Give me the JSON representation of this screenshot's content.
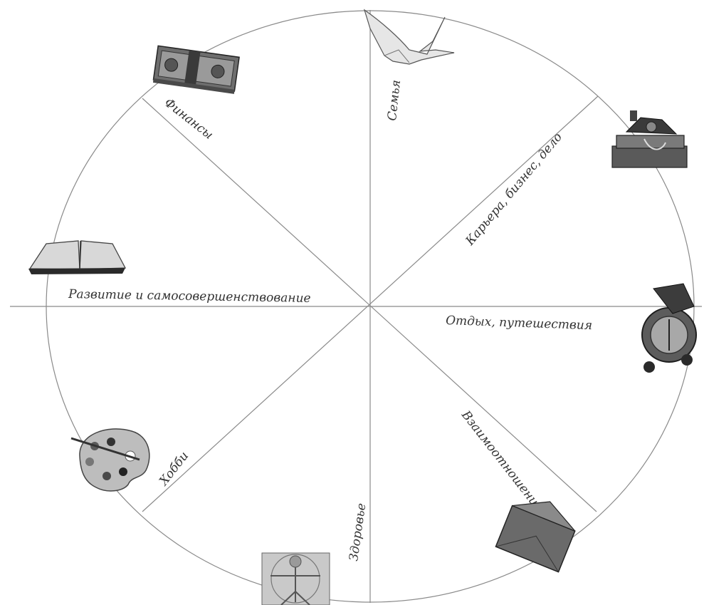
{
  "wheel": {
    "segments": [
      {
        "id": "family",
        "label": "Семья",
        "icon": "swan-icon"
      },
      {
        "id": "career",
        "label": "Карьера, бизнес, дело",
        "icon": "books-and-telephone-icon"
      },
      {
        "id": "leisure",
        "label": "Отдых, путешествия",
        "icon": "compass-sextant-icon"
      },
      {
        "id": "relations",
        "label": "Взаимоотношения",
        "icon": "envelope-icon"
      },
      {
        "id": "health",
        "label": "Здоровье",
        "icon": "vitruvian-man-icon"
      },
      {
        "id": "hobby",
        "label": "Хобби",
        "icon": "paint-palette-icon"
      },
      {
        "id": "growth",
        "label": "Развитие и самосовершенствование",
        "icon": "open-book-icon"
      },
      {
        "id": "finance",
        "label": "Финансы",
        "icon": "money-stack-icon"
      }
    ]
  }
}
